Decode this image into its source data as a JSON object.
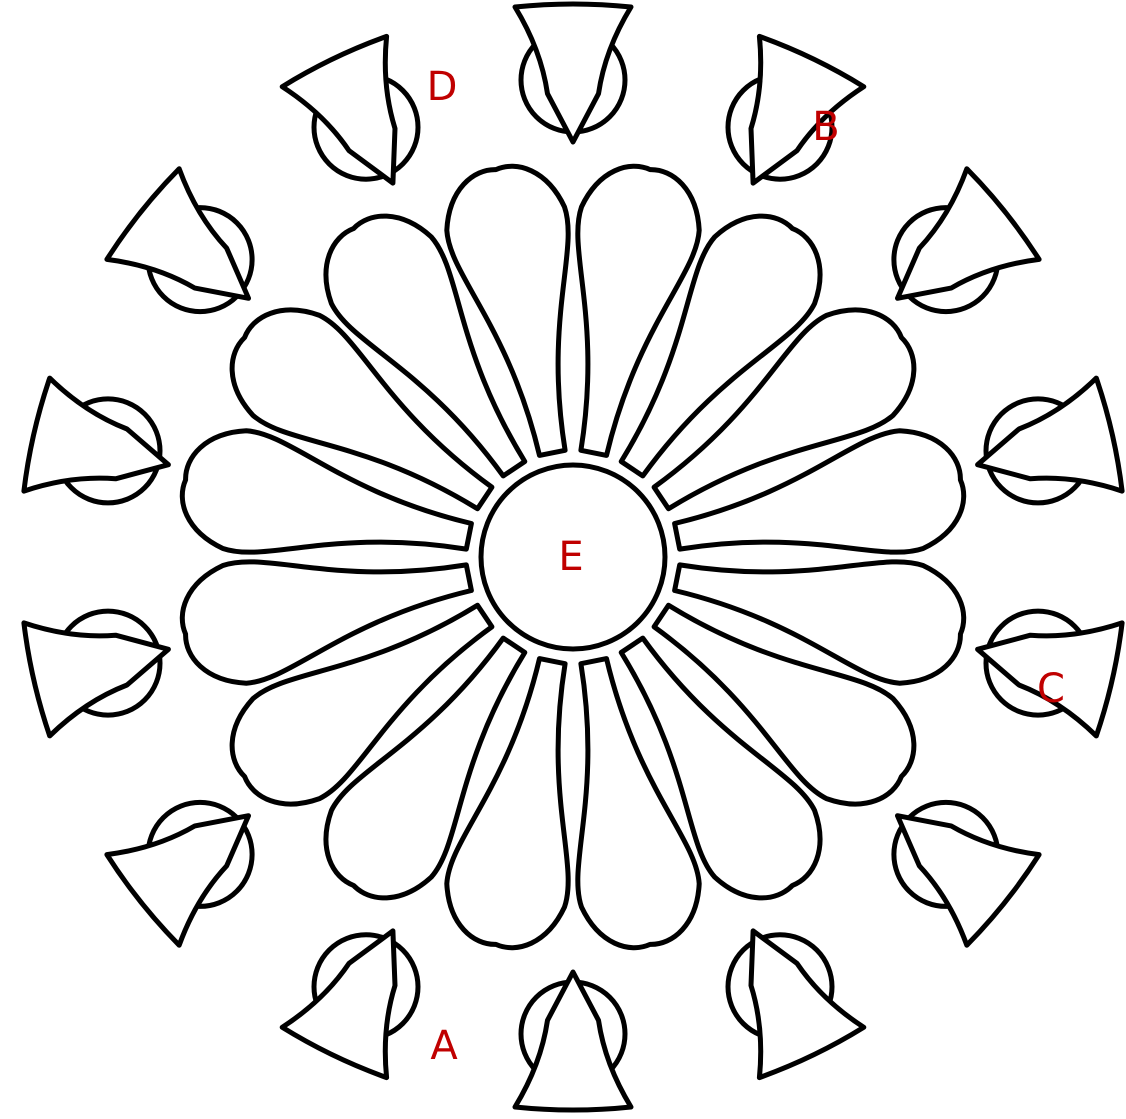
{
  "diagram": {
    "petal_count": 16,
    "outer_circle_count": 14,
    "trapezoid_count": 14,
    "colors": {
      "line": "#000000",
      "fill": "#ffffff",
      "label": "#c00000"
    },
    "labels": {
      "A": "A",
      "B": "B",
      "C": "C",
      "D": "D",
      "E": "E"
    }
  }
}
